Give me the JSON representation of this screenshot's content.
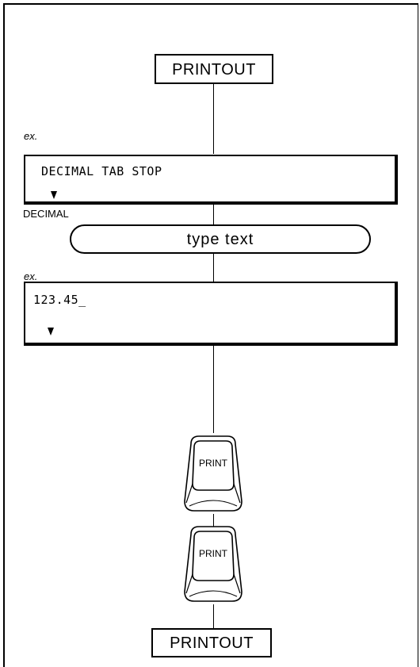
{
  "diagram": {
    "top_output": {
      "label": "PRINTOUT"
    },
    "example_1": {
      "ex_label": "ex.",
      "display_text": "DECIMAL TAB STOP",
      "marker_caption": "DECIMAL"
    },
    "action_1": {
      "label": "type text"
    },
    "example_2": {
      "ex_label": "ex.",
      "display_text": "123.45_"
    },
    "key_1": {
      "label": "PRINT",
      "icon": "print-key-icon"
    },
    "key_2": {
      "label": "PRINT",
      "icon": "print-key-icon"
    },
    "bottom_output": {
      "label": "PRINTOUT"
    }
  }
}
